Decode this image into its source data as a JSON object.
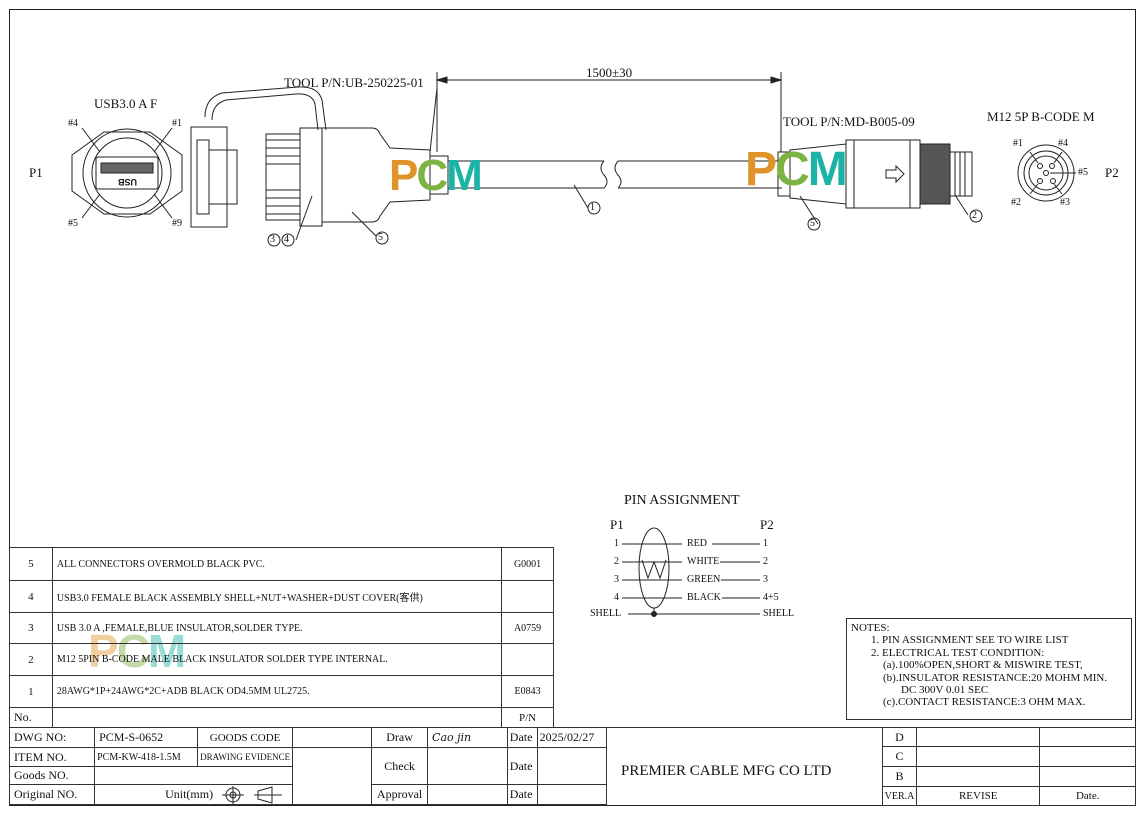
{
  "connectors": {
    "p1_label": "P1",
    "p2_label": "P2",
    "left_title": "USB3.0 A F",
    "right_title": "M12 5P B-CODE M",
    "usb_pins": [
      "#4",
      "#1",
      "#5",
      "#9"
    ],
    "usb_text": "USB",
    "m12_pins": [
      "#1",
      "#4",
      "#5",
      "#2",
      "#3"
    ],
    "tool_left": "TOOL P/N:UB-250225-01",
    "tool_right": "TOOL P/N:MD-B005-09",
    "length": "1500±30",
    "balloons": [
      "③④",
      "⑤",
      "①",
      "⑤",
      "②"
    ]
  },
  "logo": {
    "p": "P",
    "c": "C",
    "m": "M"
  },
  "pin_assignment": {
    "title": "PIN   ASSIGNMENT",
    "p1": "P1",
    "p2": "P2",
    "rows": [
      {
        "left": "1",
        "color": "RED",
        "right": "1"
      },
      {
        "left": "2",
        "color": "WHITE",
        "right": "2"
      },
      {
        "left": "3",
        "color": "GREEN",
        "right": "3"
      },
      {
        "left": "4",
        "color": "BLACK",
        "right": "4+5"
      }
    ],
    "shell_left": "SHELL",
    "shell_right": "SHELL"
  },
  "notes": {
    "title": "NOTES:",
    "lines": [
      "1.  PIN ASSIGNMENT SEE TO WIRE LIST",
      "2.  ELECTRICAL TEST CONDITION:",
      "(a).100%OPEN,SHORT & MISWIRE TEST,",
      "(b).INSULATOR RESISTANCE:20 MOHM MIN.",
      "DC 300V 0.01 SEC",
      "(c).CONTACT RESISTANCE:3 OHM MAX."
    ]
  },
  "bom": {
    "rows": [
      {
        "no": "5",
        "desc": "ALL CONNECTORS OVERMOLD BLACK PVC.",
        "pn": "G0001"
      },
      {
        "no": "4",
        "desc": "USB3.0 FEMALE BLACK ASSEMBLY SHELL+NUT+WASHER+DUST COVER(客供)",
        "pn": ""
      },
      {
        "no": "3",
        "desc": "USB 3.0 A ,FEMALE,BLUE INSULATOR,SOLDER TYPE.",
        "pn": "A0759"
      },
      {
        "no": "2",
        "desc": "M12 5PIN B-CODE MALE BLACK INSULATOR SOLDER TYPE INTERNAL.",
        "pn": ""
      },
      {
        "no": "1",
        "desc": "28AWG*1P+24AWG*2C+ADB BLACK OD4.5MM UL2725.",
        "pn": "E0843"
      }
    ],
    "header_no": "No.",
    "header_pn": "P/N"
  },
  "title_block": {
    "dwg_no_label": "DWG NO:",
    "dwg_no": "PCM-S-0652",
    "goods_code": "GOODS CODE",
    "item_no_label": "ITEM NO.",
    "item_no": "PCM-KW-418-1.5M",
    "drawing_evidence": "DRAWING EVIDENCE",
    "goods_no_label": "Goods NO.",
    "original_no_label": "Original NO.",
    "unit": "Unit(mm)",
    "draw_label": "Draw",
    "draw_sign": "Cao jin",
    "check_label": "Check",
    "approval_label": "Approval",
    "date_label": "Date",
    "date_value": "2025/02/27",
    "company": "PREMIER CABLE MFG CO LTD",
    "rev_d": "D",
    "rev_c": "C",
    "rev_b": "B",
    "ver": "VER.A",
    "revise": "REVISE",
    "date2": "Date."
  }
}
